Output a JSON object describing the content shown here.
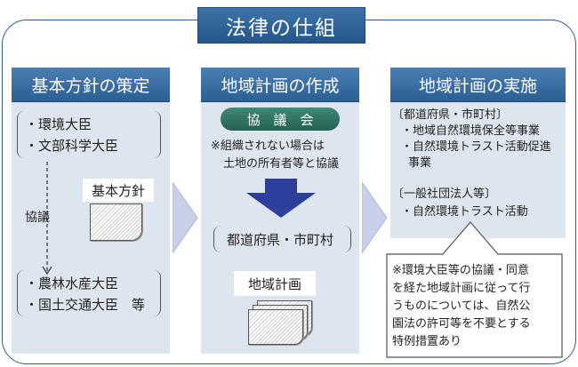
{
  "title": "法律の仕組",
  "col1": {
    "header": "基本方針の策定",
    "ministers_top": [
      "・環境大臣",
      "・文部科学大臣"
    ],
    "consult": "協議",
    "doc": "基本方針",
    "ministers_bottom": [
      "・農林水産大臣",
      "・国土交通大臣　等"
    ]
  },
  "col2": {
    "header": "地域計画の作成",
    "council": "協　議　会",
    "note": [
      "※組織されない場合は",
      "土地の所有者等と協議"
    ],
    "actor": "都道府県・市町村",
    "doc": "地域計画"
  },
  "col3": {
    "header": "地域計画の実施",
    "group1_head": "〔都道府県・市町村〕",
    "group1_items": [
      "・地域自然環境保全等事業",
      "・自然環境トラスト活動促進",
      "事業"
    ],
    "group2_head": "〔一般社団法人等〕",
    "group2_items": [
      "・自然環境トラスト活動"
    ],
    "callout": [
      "※環境大臣等の協議・同意",
      "を経た地域計画に従って行",
      "うものについては、自然公",
      "園法の許可等を不要とする",
      "特例措置あり"
    ]
  },
  "colors": {
    "header_blue": "#2c5f93",
    "panel": "#dde6ee",
    "council_green": "#2a6e5e",
    "arrow_blue": "#2c3f9a"
  }
}
